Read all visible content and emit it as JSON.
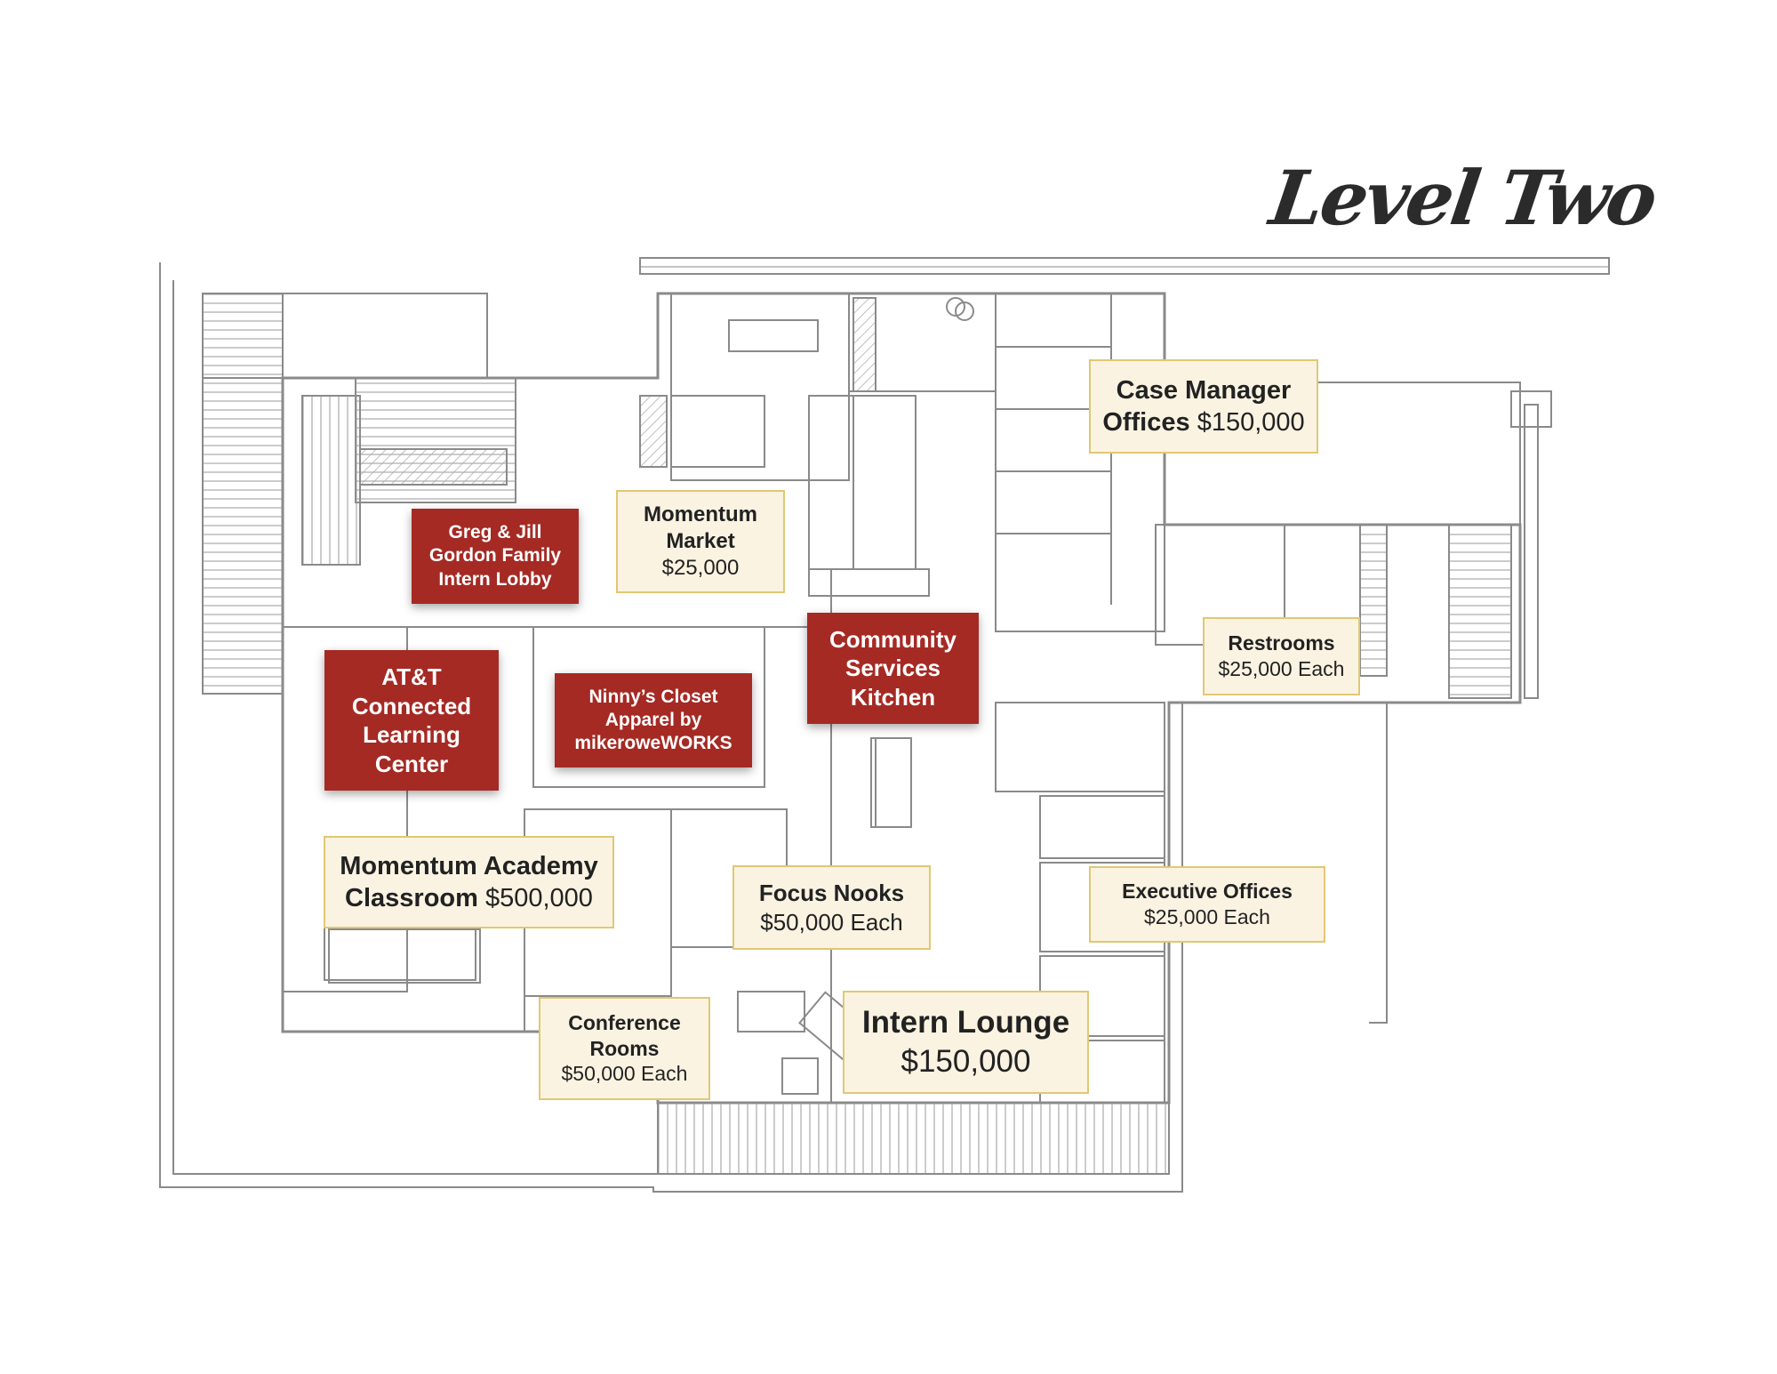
{
  "title": "Level Two",
  "colors": {
    "label_fill": "#fbf3e2",
    "label_border": "#e0c873",
    "feature_fill": "#a52a24",
    "line": "#8a8a8a"
  },
  "labels": {
    "case_manager": {
      "line1": "Case Manager",
      "line2": "Offices",
      "price": "$150,000"
    },
    "momentum_market": {
      "line1": "Momentum",
      "line2": "Market",
      "price": "$25,000"
    },
    "greg_jill": {
      "line1": "Greg & Jill",
      "line2": "Gordon Family",
      "line3": "Intern Lobby"
    },
    "att": {
      "line1": "AT&T",
      "line2": "Connected",
      "line3": "Learning",
      "line4": "Center"
    },
    "ninny": {
      "line1": "Ninny’s Closet",
      "line2": "Apparel by",
      "line3": "mikeroweWORKS"
    },
    "community_kitchen": {
      "line1": "Community",
      "line2": "Services",
      "line3": "Kitchen"
    },
    "restrooms": {
      "line1": "Restrooms",
      "price": "$25,000 Each"
    },
    "academy": {
      "line1": "Momentum Academy",
      "line2": "Classroom",
      "price": "$500,000"
    },
    "focus_nooks": {
      "line1": "Focus Nooks",
      "price": "$50,000 Each"
    },
    "executive": {
      "line1": "Executive Offices",
      "price": "$25,000 Each"
    },
    "conference": {
      "line1": "Conference",
      "line2": "Rooms",
      "price": "$50,000 Each"
    },
    "intern_lounge": {
      "line1": "Intern Lounge",
      "price": "$150,000"
    }
  }
}
